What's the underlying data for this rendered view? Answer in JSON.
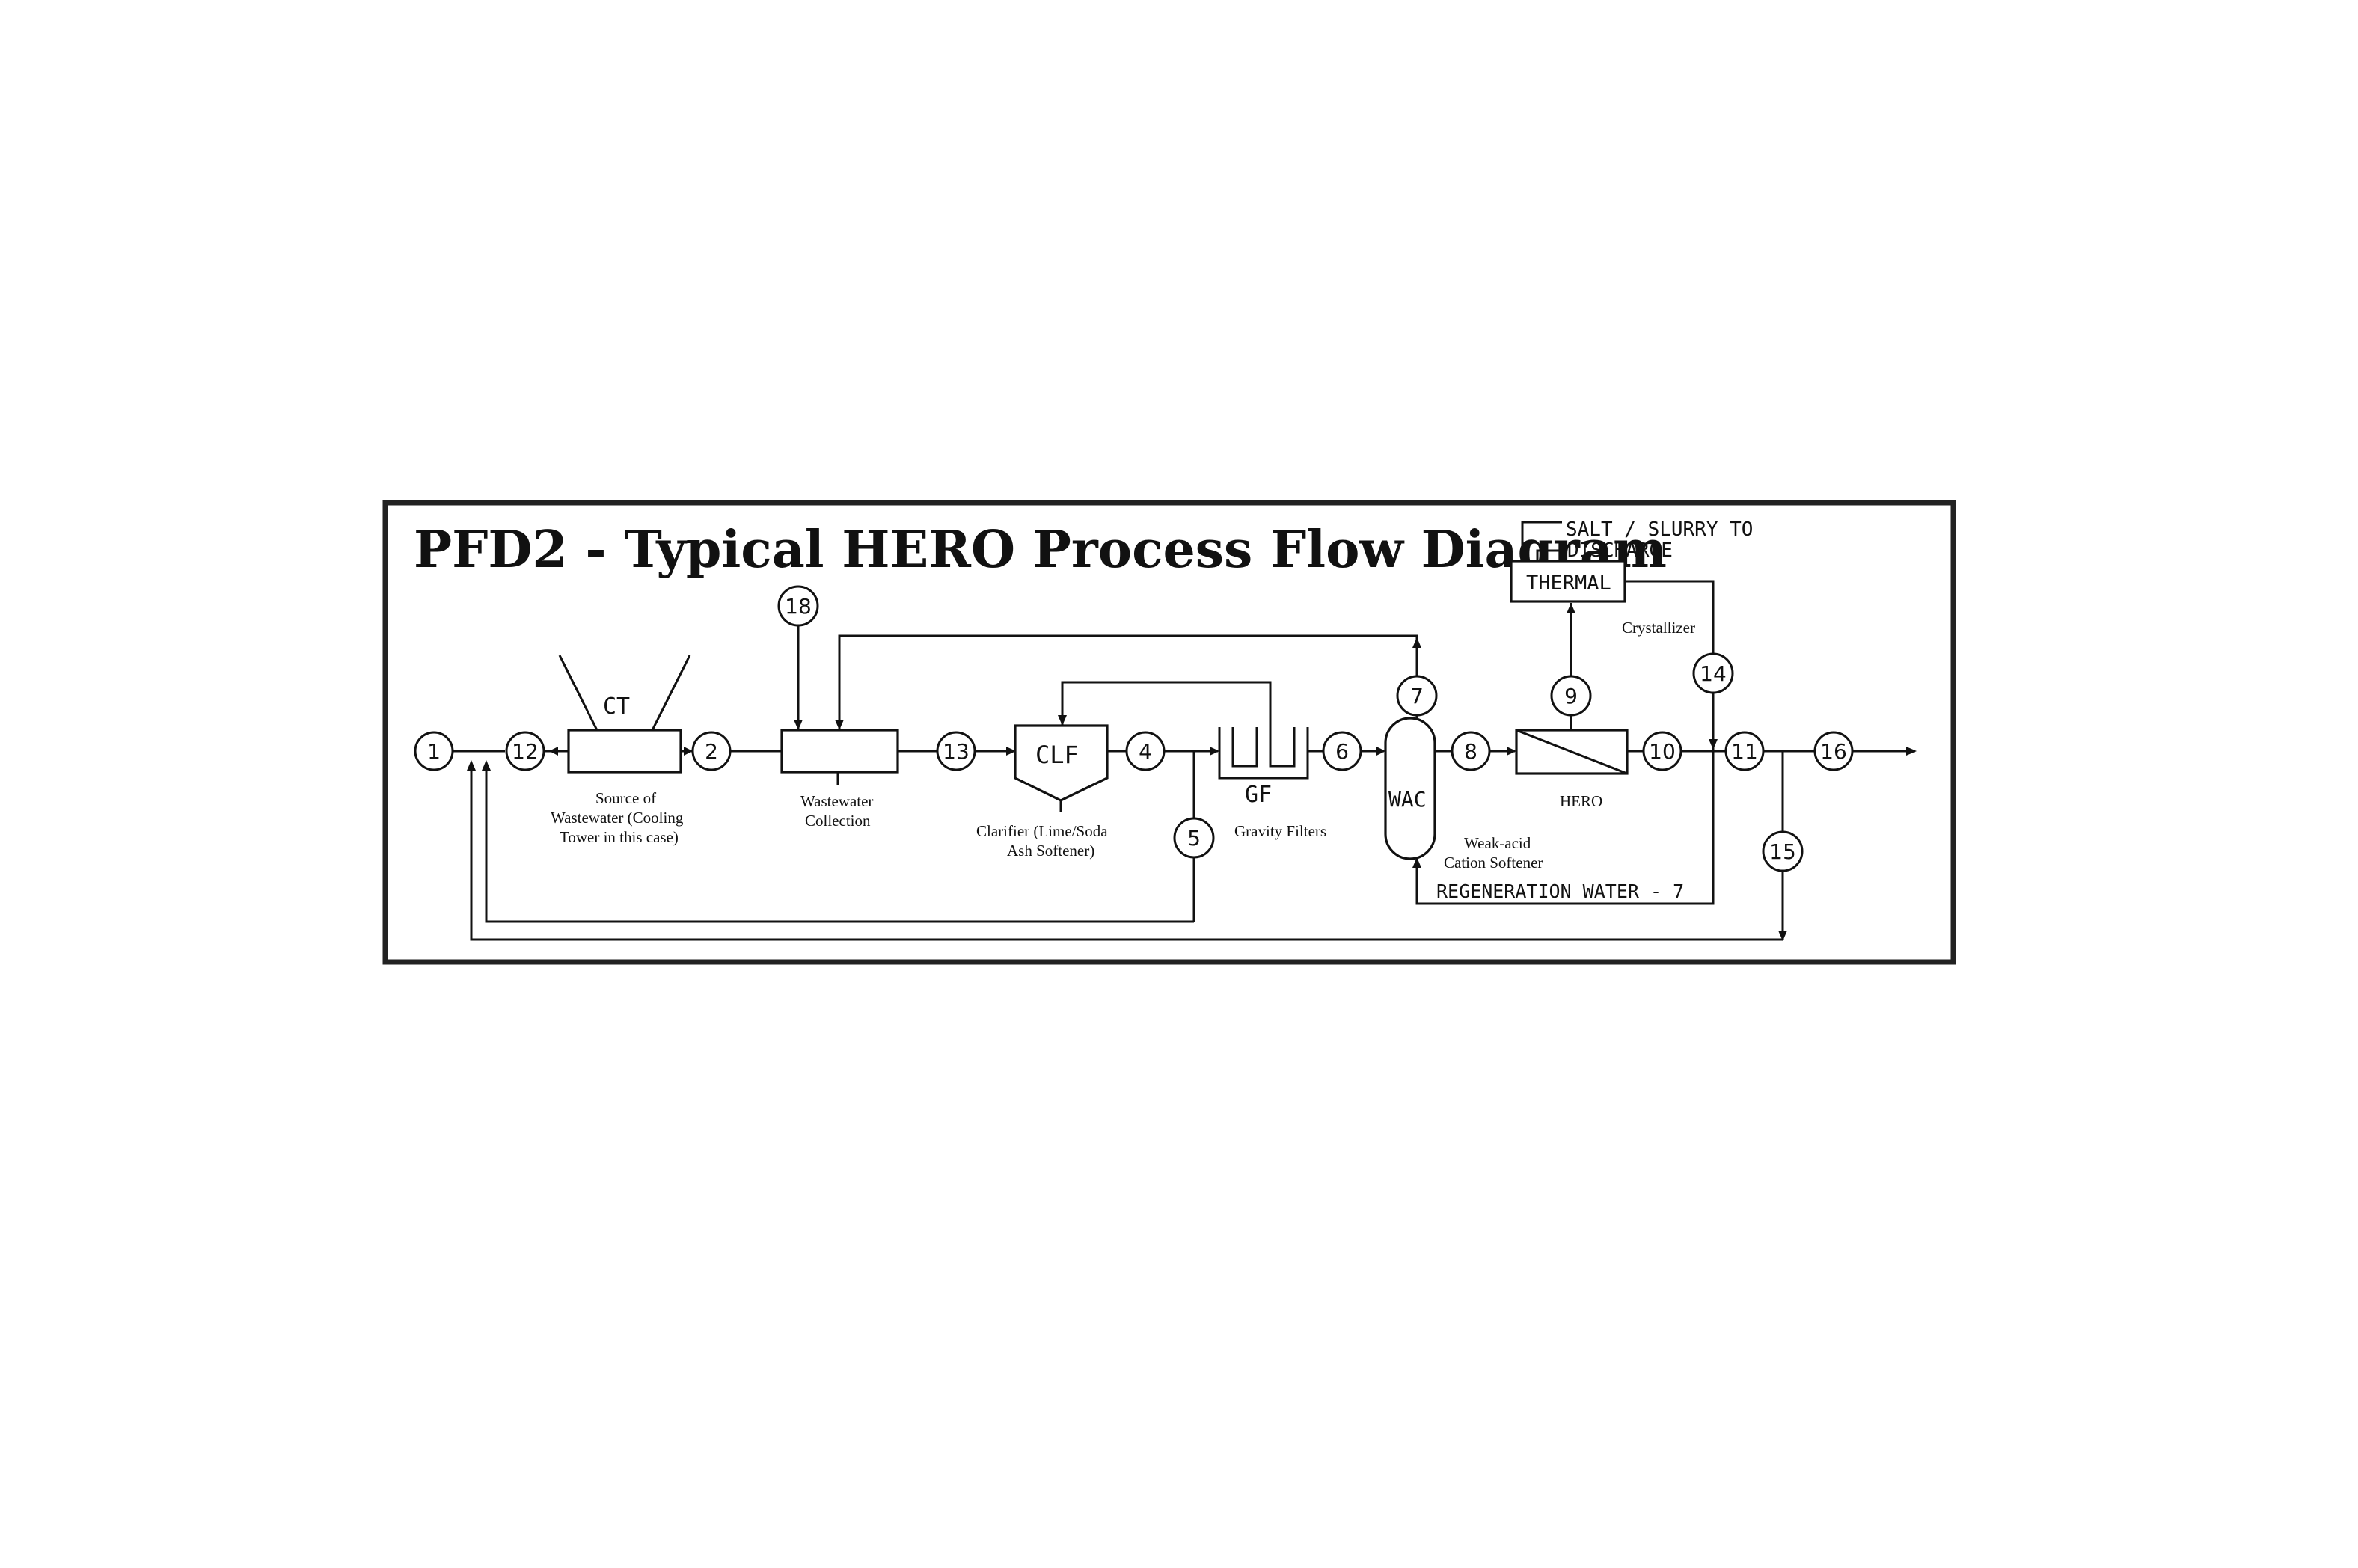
{
  "title": "PFD2 - Typical HERO Process Flow Diagram",
  "top_note": {
    "line1": "SALT / SLURRY TO",
    "line2": "DISCHARGE"
  },
  "units": {
    "ct": "CT",
    "clf": "CLF",
    "gf": "GF",
    "wac": "WAC",
    "thermal": "THERMAL"
  },
  "labels": {
    "source": [
      "Source of",
      "Wastewater (Cooling",
      "Tower in this case)"
    ],
    "collection": [
      "Wastewater",
      "Collection"
    ],
    "clarifier": [
      "Clarifier (Lime/Soda",
      "Ash Softener)"
    ],
    "gravity": [
      "Gravity Filters"
    ],
    "weak_acid": [
      "Weak-acid",
      "Cation Softener"
    ],
    "hero": [
      "HERO"
    ],
    "crystallizer": [
      "Crystallizer"
    ]
  },
  "regen": "REGENERATION WATER - 7",
  "streams": [
    "1",
    "12",
    "2",
    "18",
    "13",
    "4",
    "5",
    "6",
    "7",
    "8",
    "9",
    "10",
    "14",
    "11",
    "15",
    "16"
  ]
}
